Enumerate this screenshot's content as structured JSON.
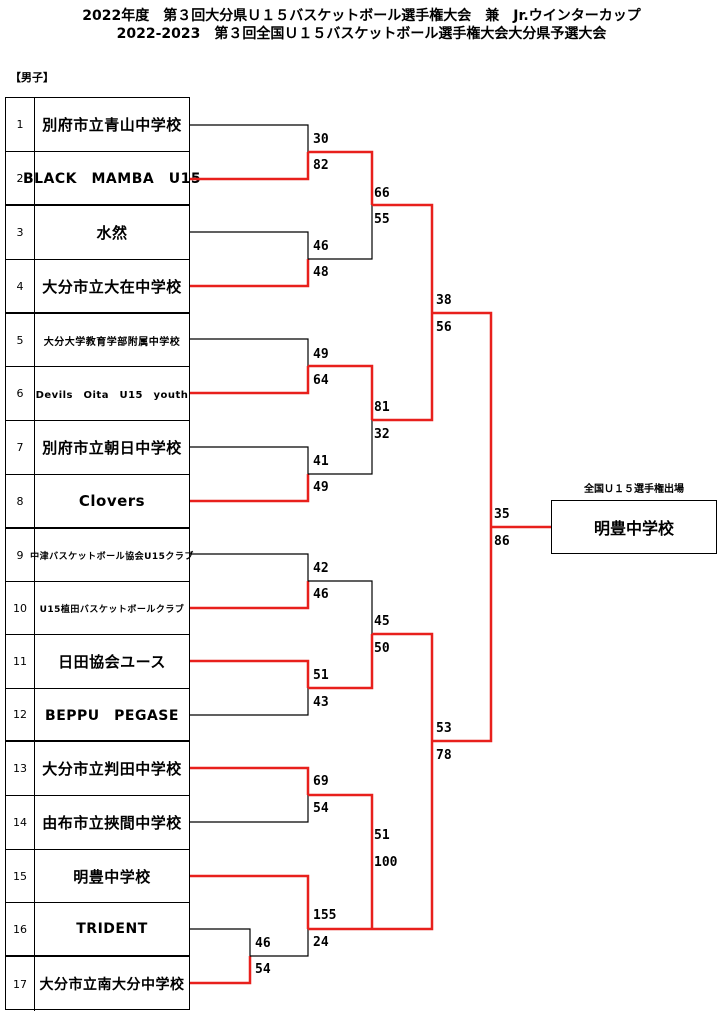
{
  "header": {
    "title_line1": "2022年度　第３回大分県Ｕ１５バスケットボール選手権大会　兼　Jr.ウインターカップ",
    "title_line2": "2022-2023　第３回全国Ｕ１５バスケットボール選手権大会大分県予選大会",
    "section": "【男子】"
  },
  "teams": [
    {
      "seed": "1",
      "name": "別府市立青山中学校"
    },
    {
      "seed": "2",
      "name": "BLACK　MAMBA　U15"
    },
    {
      "seed": "3",
      "name": "水然"
    },
    {
      "seed": "4",
      "name": "大分市立大在中学校"
    },
    {
      "seed": "5",
      "name": "大分大学教育学部附属中学校"
    },
    {
      "seed": "6",
      "name": "Devils　Oita　U15　youth"
    },
    {
      "seed": "7",
      "name": "別府市立朝日中学校"
    },
    {
      "seed": "8",
      "name": "Clovers"
    },
    {
      "seed": "9",
      "name": "中津バスケットボール協会U15クラブ"
    },
    {
      "seed": "10",
      "name": "U15植田バスケットボールクラブ"
    },
    {
      "seed": "11",
      "name": "日田協会ユース"
    },
    {
      "seed": "12",
      "name": "BEPPU　PEGASE"
    },
    {
      "seed": "13",
      "name": "大分市立判田中学校"
    },
    {
      "seed": "14",
      "name": "由布市立挾間中学校"
    },
    {
      "seed": "15",
      "name": "明豊中学校"
    },
    {
      "seed": "16",
      "name": "TRIDENT"
    },
    {
      "seed": "17",
      "name": "大分市立南大分中学校"
    }
  ],
  "scores": {
    "s1": "30",
    "s2": "82",
    "s3": "46",
    "s4": "48",
    "s5": "49",
    "s6": "64",
    "s7": "41",
    "s8": "49",
    "s9": "42",
    "s10": "46",
    "s11": "51",
    "s12": "43",
    "s13": "69",
    "s14": "54",
    "s16": "46",
    "s17": "54",
    "s15": "155",
    "s1617": "24",
    "q1a": "66",
    "q1b": "55",
    "q2a": "81",
    "q2b": "32",
    "q3a": "45",
    "q3b": "50",
    "q4a": "51",
    "q4b": "100",
    "sf1a": "38",
    "sf1b": "56",
    "sf2a": "53",
    "sf2b": "78",
    "fa": "35",
    "fb": "86"
  },
  "result": {
    "qualification_label": "全国Ｕ１５選手権出場",
    "champion": "明豊中学校"
  },
  "colors": {
    "winner_line": "#e8201c",
    "loser_line": "#000000"
  }
}
